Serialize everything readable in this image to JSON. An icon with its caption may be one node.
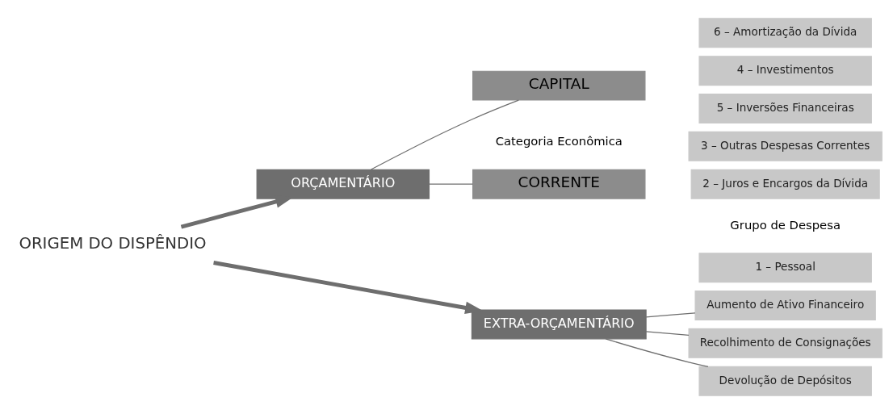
{
  "diagram": {
    "nodes": [
      {
        "text": [
          "ORIGEM DO DISPÊNDIO"
        ]
      },
      {
        "text": [
          "ORÇAMENTÁRIO"
        ]
      },
      {
        "text": [
          "CORRENTE"
        ]
      },
      {
        "text": [
          "CAPITAL"
        ]
      },
      {
        "text": [
          "1 – Pessoal"
        ]
      },
      {
        "text": [
          "2 – Juros e Encargos da Dívida"
        ]
      },
      {
        "text": [
          "3 – Outras Despesas Correntes"
        ]
      },
      {
        "text": [
          "4 – Investimentos"
        ]
      },
      {
        "text": [
          "5 – Inversões Financeiras"
        ]
      },
      {
        "text": [
          "6 – Amortização da Dívida"
        ]
      },
      {
        "text": [
          "EXTRA-ORÇAMENTÁRIO"
        ]
      },
      {
        "text": [
          "Devolução de Depósitos"
        ]
      },
      {
        "text": [
          "Aumento de Ativo Financeiro"
        ]
      },
      {
        "text": [
          "Recolhimento de Consignações"
        ]
      }
    ],
    "edges": [
      {
        "from": 0,
        "to": 1,
        "arrow": "to",
        "style": "thick"
      },
      {
        "from": 0,
        "to": 10,
        "arrow": "to",
        "style": "thick"
      },
      {
        "from": 1,
        "to": 2,
        "arrow": "none"
      },
      {
        "from": 1,
        "to": 3,
        "arrow": "none"
      },
      {
        "from": 10,
        "to": 11,
        "arrow": "none"
      },
      {
        "from": 10,
        "to": 12,
        "arrow": "none"
      },
      {
        "from": 10,
        "to": 13,
        "arrow": "none"
      }
    ],
    "labels": [
      "Categoria Econômica",
      "Grupo de Despesa"
    ]
  }
}
